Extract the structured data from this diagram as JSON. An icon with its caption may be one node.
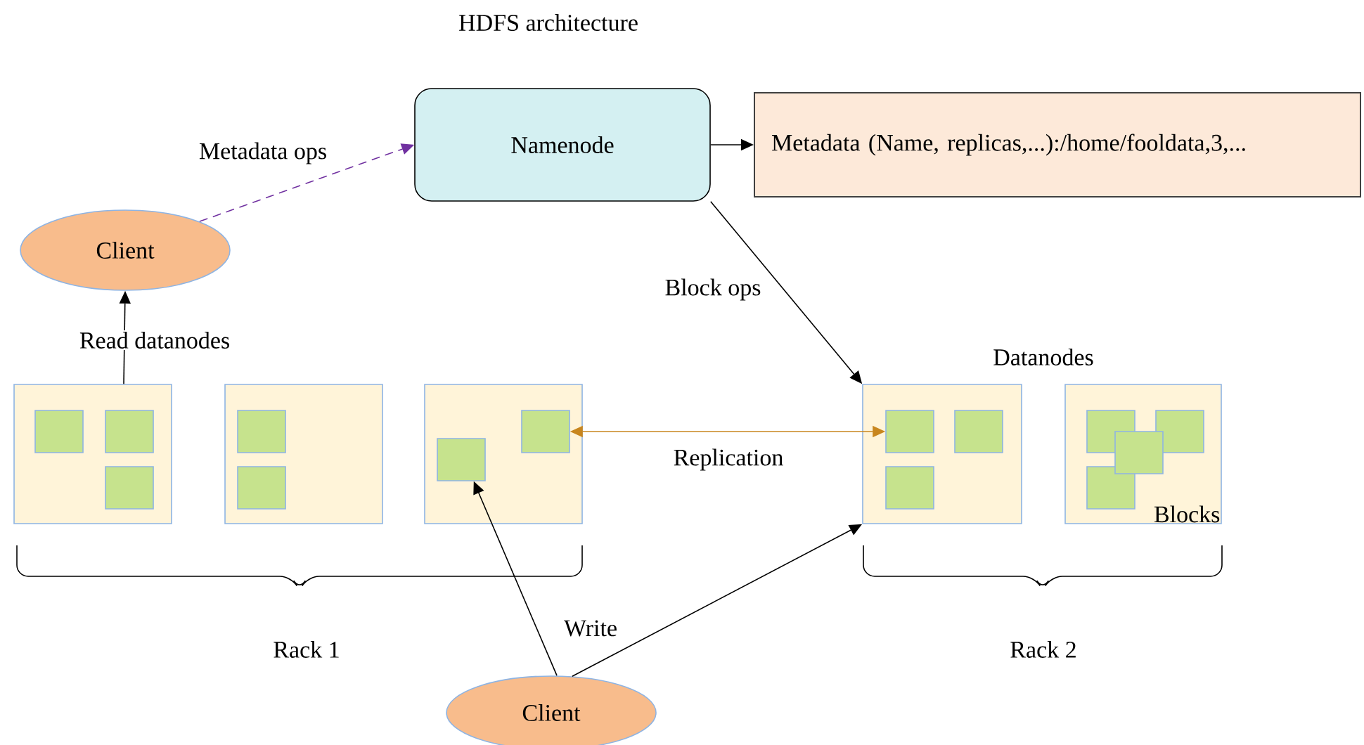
{
  "diagram": {
    "title": "HDFS architecture",
    "nodes": [
      {
        "text": [
          "Namenode"
        ]
      },
      {
        "text": [
          "Metadata (Name, replicas,...):/home/fooldata,3,..."
        ]
      },
      {
        "text": [
          "Client"
        ]
      },
      {
        "text": [],
        "shape": "box"
      },
      {
        "text": [],
        "shape": "box",
        "in": 3
      },
      {
        "text": [],
        "shape": "box",
        "in": 3
      },
      {
        "text": [],
        "shape": "box",
        "in": 3
      },
      {
        "text": [],
        "shape": "box"
      },
      {
        "text": [],
        "shape": "box",
        "in": 7
      },
      {
        "text": [],
        "shape": "box",
        "in": 7
      },
      {
        "text": [],
        "shape": "box"
      },
      {
        "text": [],
        "shape": "box",
        "in": 10
      },
      {
        "text": [],
        "shape": "box",
        "in": 10
      },
      {
        "text": [],
        "shape": "box"
      },
      {
        "text": [],
        "shape": "box",
        "in": 13
      },
      {
        "text": [],
        "shape": "box",
        "in": 13
      },
      {
        "text": [],
        "shape": "box",
        "in": 13
      },
      {
        "text": [
          "Blocks"
        ]
      },
      {
        "text": [],
        "shape": "box",
        "in": 17
      },
      {
        "text": [],
        "shape": "box",
        "in": 17
      },
      {
        "text": [],
        "shape": "box",
        "in": 17
      },
      {
        "text": [],
        "shape": "box",
        "in": 17
      },
      {
        "text": [
          "Client"
        ]
      }
    ],
    "edges": [
      {
        "from": 2,
        "to": 0,
        "arrow": "to",
        "label": "Metadata ops",
        "style": "dashed",
        "color": "#7030a0"
      },
      {
        "from": 0,
        "to": 1,
        "arrow": "to"
      },
      {
        "from": 0,
        "to": 13,
        "arrow": "to",
        "label": "Block ops"
      },
      {
        "from": 3,
        "to": 2,
        "arrow": "to",
        "label": "Read datanodes"
      },
      {
        "from": 11,
        "to": 14,
        "arrow": "both",
        "label": "Replication",
        "color": "#c8861e"
      },
      {
        "from": 22,
        "to": 12,
        "arrow": "to",
        "label": "Write"
      },
      {
        "from": 22,
        "to": 13,
        "arrow": "to"
      }
    ],
    "labels": [
      "Datanodes",
      "Rack 1",
      "Rack 2"
    ]
  }
}
